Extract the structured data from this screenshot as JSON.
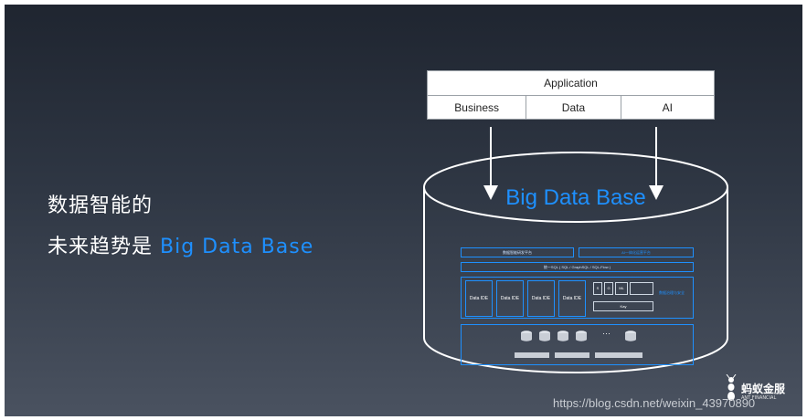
{
  "headline": {
    "line1": "数据智能的",
    "line2_prefix": "未来趋势是 ",
    "line2_accent": "Big Data Base"
  },
  "app_stack": {
    "title": "Application",
    "cells": [
      "Business",
      "Data",
      "AI"
    ]
  },
  "cylinder": {
    "title": "Big Data Base",
    "inner": {
      "top_left": "数据智能研发平台",
      "top_right": "AI一体化运营平台",
      "sql_bar": "统一SQL ( SQL / GraphSQL / SQL-Flow )",
      "ide_labels": [
        "Data IDE",
        "Data IDE",
        "Data IDE",
        "Data IDE"
      ],
      "engines": [
        "S",
        "G",
        "ML"
      ],
      "kv": "Kay",
      "side_label": "数据治理与安全"
    }
  },
  "watermark": {
    "url": "https://blog.csdn.net/weixin_43970890",
    "logo_text": "蚂蚁金服",
    "logo_subtext": "ANT FINANCIAL"
  },
  "colors": {
    "accent": "#1e90ff",
    "background_top": "#1f2530",
    "background_bottom": "#4a5260"
  }
}
